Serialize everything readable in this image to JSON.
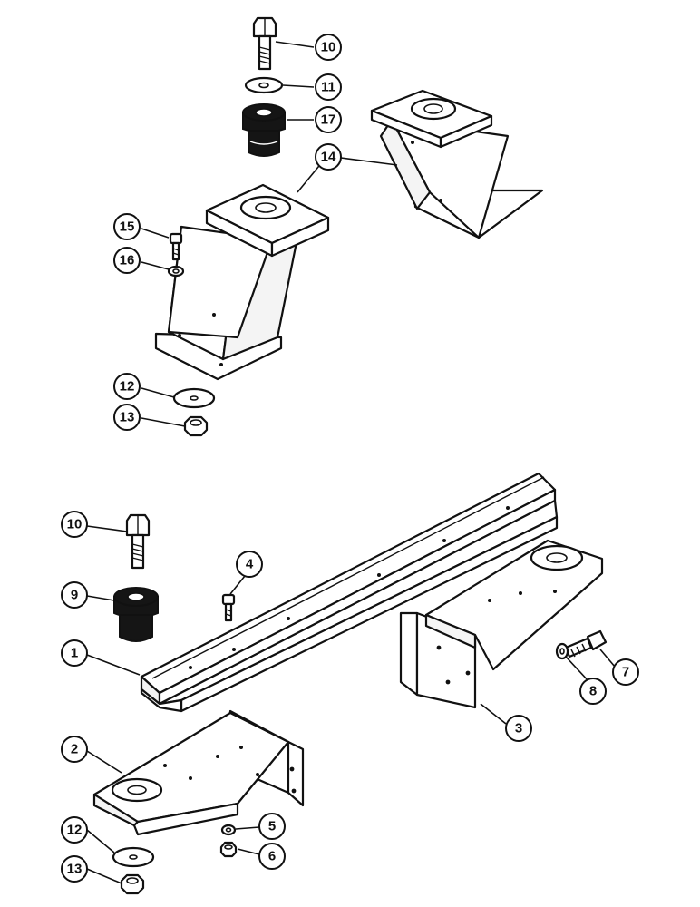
{
  "callouts": [
    {
      "id": "c10a",
      "label": "10"
    },
    {
      "id": "c11",
      "label": "11"
    },
    {
      "id": "c17",
      "label": "17"
    },
    {
      "id": "c14",
      "label": "14"
    },
    {
      "id": "c15",
      "label": "15"
    },
    {
      "id": "c16",
      "label": "16"
    },
    {
      "id": "c12a",
      "label": "12"
    },
    {
      "id": "c13a",
      "label": "13"
    },
    {
      "id": "c10b",
      "label": "10"
    },
    {
      "id": "c4",
      "label": "4"
    },
    {
      "id": "c9",
      "label": "9"
    },
    {
      "id": "c1",
      "label": "1"
    },
    {
      "id": "c7",
      "label": "7"
    },
    {
      "id": "c8",
      "label": "8"
    },
    {
      "id": "c3",
      "label": "3"
    },
    {
      "id": "c2",
      "label": "2"
    },
    {
      "id": "c5",
      "label": "5"
    },
    {
      "id": "c6",
      "label": "6"
    },
    {
      "id": "c12b",
      "label": "12"
    },
    {
      "id": "c13b",
      "label": "13"
    }
  ]
}
